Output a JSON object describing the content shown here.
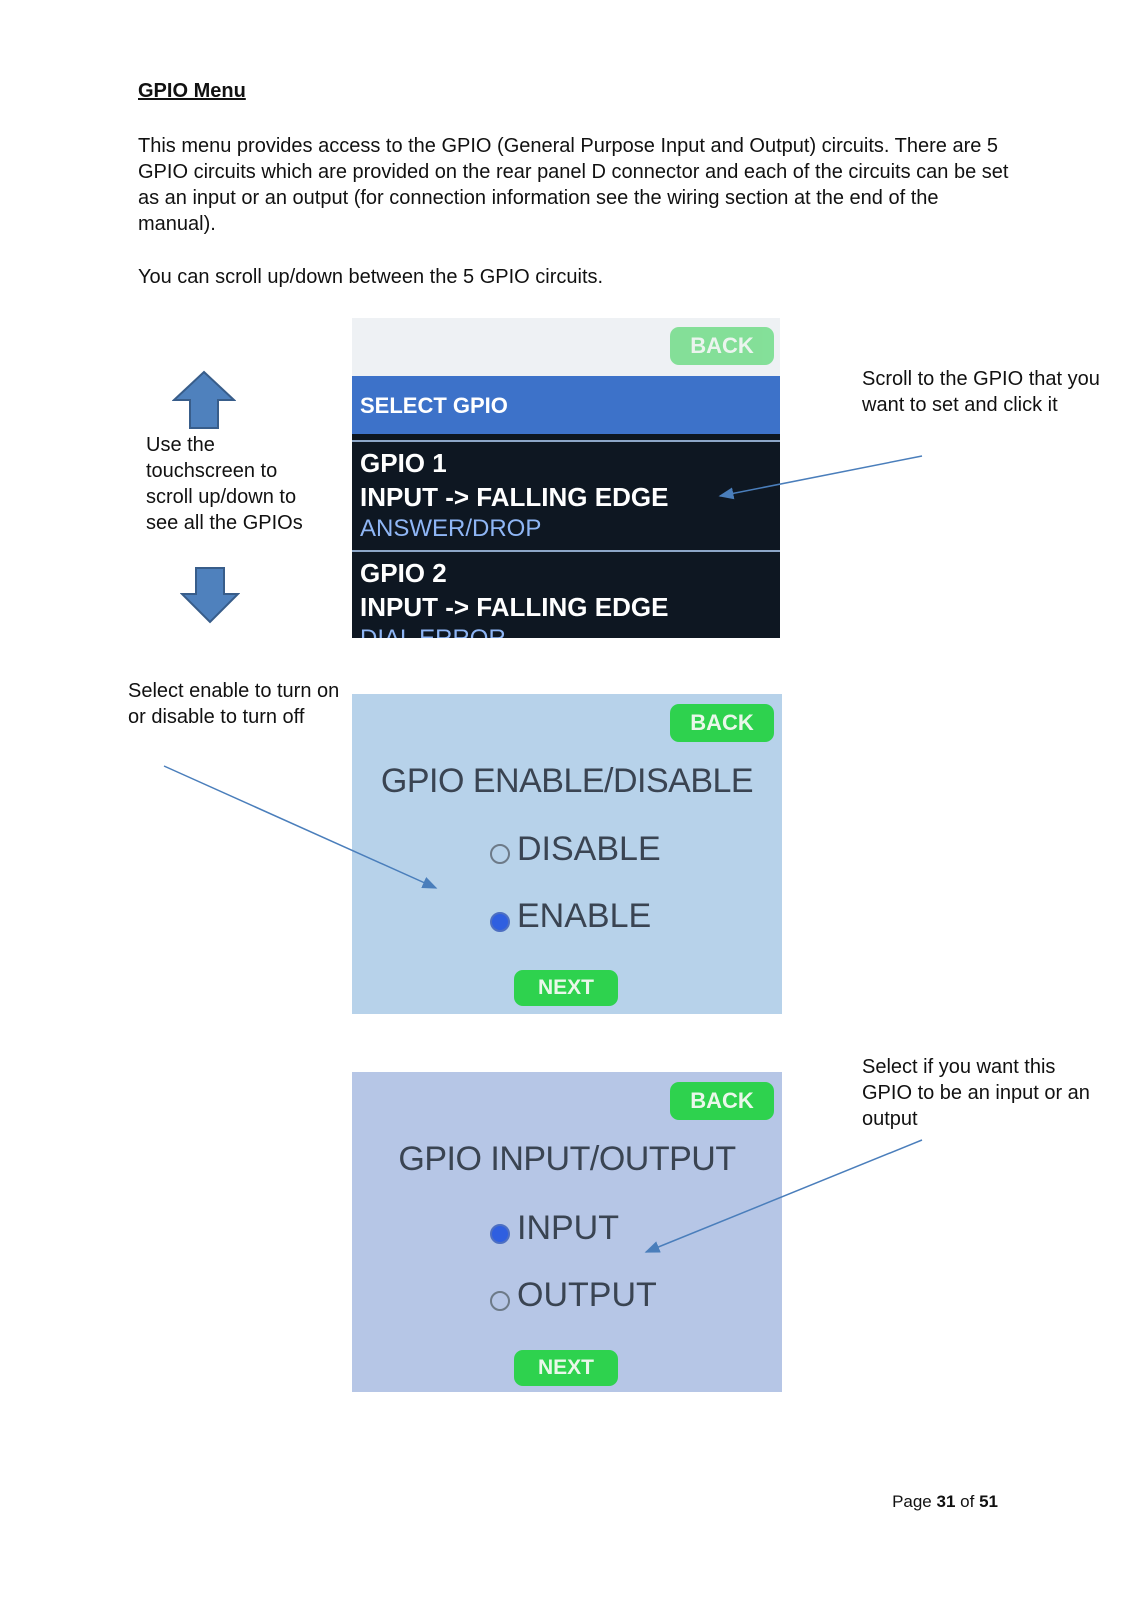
{
  "heading": "GPIO Menu",
  "intro": "This menu provides access to the GPIO (General Purpose Input and Output) circuits. There are 5 GPIO circuits which are provided on the rear panel D connector and each of the circuits can be set as an input or an output (for connection information see the wiring section at the end of the manual).",
  "scroll_note": "You can scroll up/down between the 5 GPIO circuits.",
  "notes": {
    "touchscreen": "Use the touchscreen to scroll up/down to see all the GPIOs",
    "scroll_to": "Scroll to the GPIO that you want to set and click it",
    "enable": "Select enable to turn on or disable to turn off",
    "io": "Select if you want this GPIO to be an input or an output"
  },
  "screen_select": {
    "back": "BACK",
    "title": "SELECT GPIO",
    "items": [
      {
        "name": "GPIO 1",
        "mode": "INPUT -> FALLING EDGE",
        "function": "ANSWER/DROP"
      },
      {
        "name": "GPIO 2",
        "mode": "INPUT -> FALLING EDGE",
        "function": "DIAL ERROR"
      }
    ]
  },
  "screen_enable": {
    "back": "BACK",
    "title": "GPIO ENABLE/DISABLE",
    "options": [
      "DISABLE",
      "ENABLE"
    ],
    "selected": "ENABLE",
    "next": "NEXT"
  },
  "screen_io": {
    "back": "BACK",
    "title": "GPIO INPUT/OUTPUT",
    "options": [
      "INPUT",
      "OUTPUT"
    ],
    "selected": "INPUT",
    "next": "NEXT"
  },
  "footer": {
    "page_word": "Page",
    "page": "31",
    "of_word": "of",
    "total": "51"
  },
  "colors": {
    "arrow_fill": "#4f81bd",
    "arrow_stroke": "#385d8a",
    "button_green": "#2ed24e",
    "titlebar_blue": "#3d72c9"
  }
}
